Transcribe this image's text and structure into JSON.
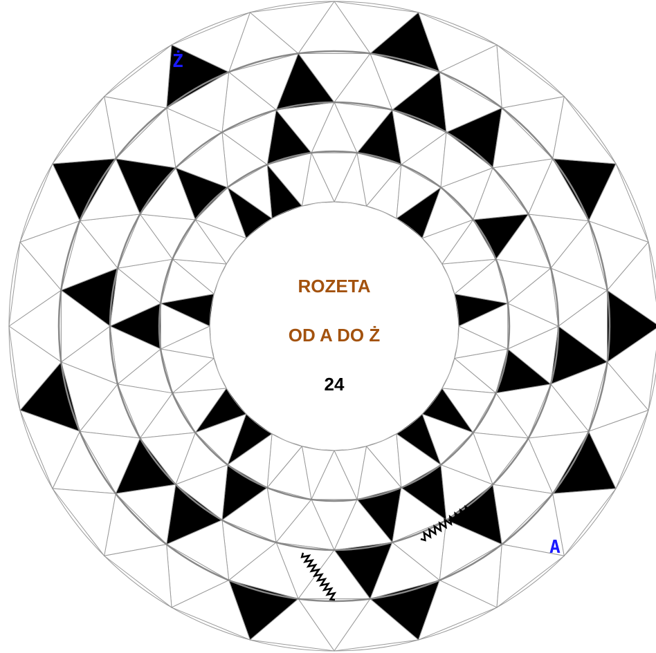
{
  "puzzle": {
    "title": "ROZETA",
    "subtitle": "OD A DO Ż",
    "number": "24",
    "start_label": "A",
    "end_label": "Ż"
  },
  "colors": {
    "title": "#a3520e",
    "subtitle": "#a3520e",
    "number": "#000000",
    "labels": "#1a1aff",
    "cell_fill": "#000000",
    "line": "#999999"
  },
  "grid": {
    "rings": 4,
    "cells_per_ring": 24,
    "black_cells": [
      [
        0,
        0,
        1,
        0,
        0,
        1,
        0,
        0,
        1,
        1,
        0,
        0,
        0,
        0,
        1,
        1,
        0,
        0,
        1,
        0,
        0,
        1,
        1,
        0
      ],
      [
        1,
        0,
        0,
        1,
        0,
        0,
        1,
        0,
        0,
        1,
        1,
        0,
        0,
        1,
        0,
        0,
        0,
        1,
        0,
        0,
        1,
        0,
        1,
        0
      ],
      [
        0,
        1,
        1,
        0,
        0,
        0,
        1,
        0,
        0,
        1,
        0,
        1,
        0,
        0,
        1,
        1,
        0,
        0,
        1,
        0,
        1,
        0,
        0,
        1
      ],
      [
        1,
        0,
        0,
        1,
        0,
        1,
        0,
        1,
        0,
        0,
        1,
        0,
        1,
        0,
        0,
        0,
        1,
        0,
        0,
        1,
        0,
        1,
        0,
        0
      ]
    ]
  }
}
